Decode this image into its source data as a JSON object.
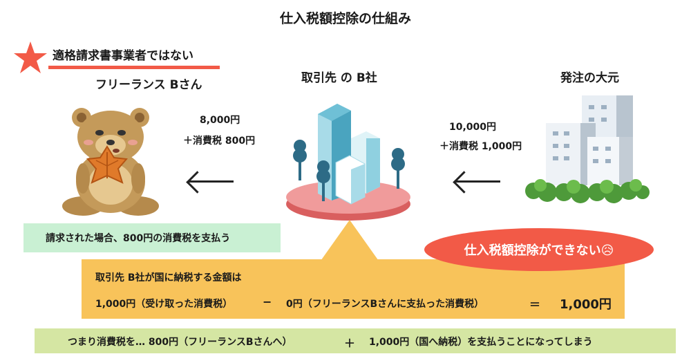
{
  "title": "仕入税額控除の仕組み",
  "freelancer": {
    "tag": "適格請求書事業者ではない",
    "name": "フリーランス Bさん"
  },
  "client": {
    "name": "取引先 の B社"
  },
  "contractor": {
    "name": "発注の大元"
  },
  "payment_left": {
    "amount": "8,000円",
    "tax": "＋消費税 800円"
  },
  "payment_right": {
    "amount": "10,000円",
    "tax": "＋消費税 1,000円"
  },
  "note_green": "請求された場合、800円の消費税を支払う",
  "badge_red": "仕入税額控除ができない😥",
  "calc": {
    "heading": "取引先 B社が国に納税する金額は",
    "received": "1,000円（受け取った消費税）",
    "minus": "−",
    "paid": "0円（フリーランスBさんに支払った消費税）",
    "equals": "＝",
    "result": "1,000円"
  },
  "summary": {
    "lead": "つまり消費税を… 800円（フリーランスBさんへ）",
    "plus": "＋",
    "tail": "1,000円（国へ納税）を支払うことになってしまう"
  },
  "colors": {
    "star": "#f25a47",
    "underline": "#f25a47",
    "green_box": "#c9f0d3",
    "yellow_box": "#f8c35a",
    "lime_box": "#d5e6a3",
    "red_oval": "#f25a47"
  },
  "icons": [
    "star-icon",
    "bear-icon",
    "leaf-icon",
    "office-buildings-icon",
    "city-buildings-icon",
    "left-arrow-icon"
  ]
}
